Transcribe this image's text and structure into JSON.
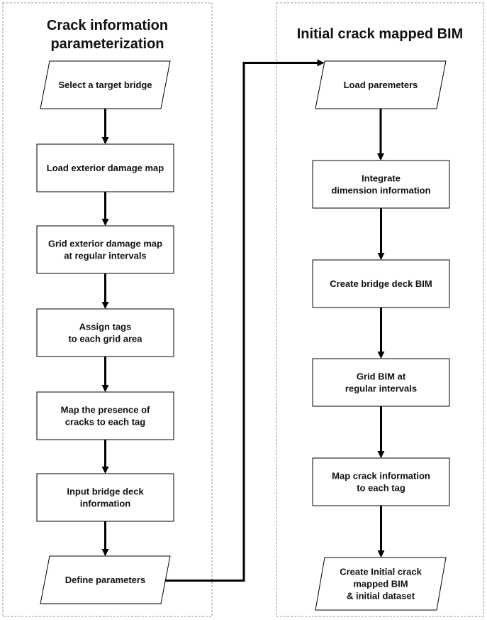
{
  "lanes": [
    {
      "id": "left",
      "title": [
        "Crack information",
        "parameterization"
      ],
      "nodes": [
        {
          "id": "L1",
          "shape": "parallelogram",
          "lines": [
            "Select a target bridge"
          ]
        },
        {
          "id": "L2",
          "shape": "rect",
          "lines": [
            "Load exterior damage map"
          ]
        },
        {
          "id": "L3",
          "shape": "rect",
          "lines": [
            "Grid exterior damage map",
            "at regular intervals"
          ]
        },
        {
          "id": "L4",
          "shape": "rect",
          "lines": [
            "Assign tags",
            "to each grid area"
          ]
        },
        {
          "id": "L5",
          "shape": "rect",
          "lines": [
            "Map the presence of",
            "cracks to each tag"
          ]
        },
        {
          "id": "L6",
          "shape": "rect",
          "lines": [
            "Input bridge deck",
            "information"
          ]
        },
        {
          "id": "L7",
          "shape": "parallelogram",
          "lines": [
            "Define parameters"
          ]
        }
      ]
    },
    {
      "id": "right",
      "title": [
        "Initial crack mapped BIM"
      ],
      "nodes": [
        {
          "id": "R1",
          "shape": "parallelogram",
          "lines": [
            "Load paremeters"
          ]
        },
        {
          "id": "R2",
          "shape": "rect",
          "lines": [
            "Integrate",
            "dimension information"
          ]
        },
        {
          "id": "R3",
          "shape": "rect",
          "lines": [
            "Create bridge deck BIM"
          ]
        },
        {
          "id": "R4",
          "shape": "rect",
          "lines": [
            "Grid BIM at",
            "regular intervals"
          ]
        },
        {
          "id": "R5",
          "shape": "rect",
          "lines": [
            "Map crack information",
            "to each tag"
          ]
        },
        {
          "id": "R6",
          "shape": "parallelogram",
          "lines": [
            "Create Initial crack",
            "mapped BIM",
            "& initial dataset"
          ]
        }
      ]
    }
  ],
  "edges": [
    {
      "from": "L1",
      "to": "L2"
    },
    {
      "from": "L2",
      "to": "L3"
    },
    {
      "from": "L3",
      "to": "L4"
    },
    {
      "from": "L4",
      "to": "L5"
    },
    {
      "from": "L5",
      "to": "L6"
    },
    {
      "from": "L6",
      "to": "L7"
    },
    {
      "from": "L7",
      "to": "R1"
    },
    {
      "from": "R1",
      "to": "R2"
    },
    {
      "from": "R2",
      "to": "R3"
    },
    {
      "from": "R3",
      "to": "R4"
    },
    {
      "from": "R4",
      "to": "R5"
    },
    {
      "from": "R5",
      "to": "R6"
    }
  ]
}
